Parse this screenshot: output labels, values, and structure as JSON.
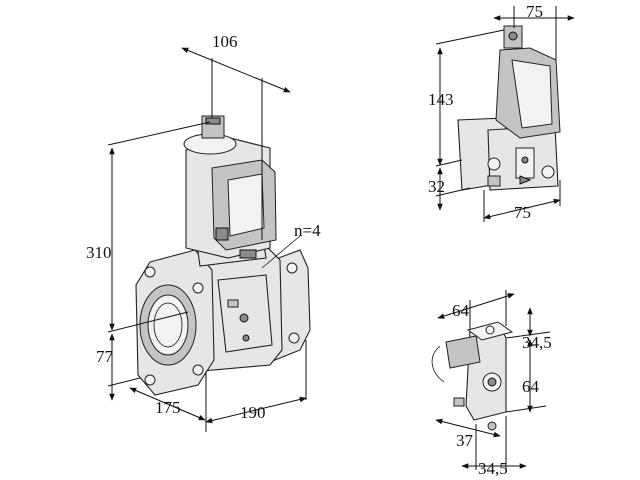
{
  "main_view": {
    "dim_top": "106",
    "dim_height": "310",
    "dim_lower": "77",
    "dim_depth": "175",
    "dim_length": "190",
    "flange_holes": "n=4"
  },
  "side_view": {
    "dim_top": "75",
    "dim_height": "143",
    "dim_lower": "32",
    "dim_width": "75"
  },
  "small_view": {
    "dim_top": "64",
    "dim_right_top": "34,5",
    "dim_right": "64",
    "dim_left_bottom": "37",
    "dim_bottom": "34,5"
  }
}
